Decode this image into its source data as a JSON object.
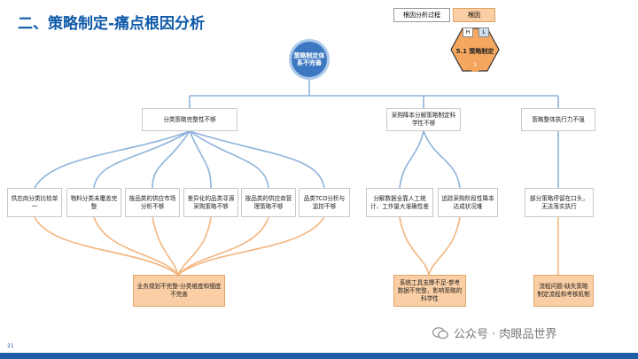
{
  "title": "二、策略制定-痛点根因分析",
  "legend": {
    "process_label": "根因分析过程",
    "root_label": "根因"
  },
  "hex_badge": {
    "h": "H",
    "l": "L",
    "label": "5.1 策略制定",
    "number": "3"
  },
  "root_node": "策略制定体系不完善",
  "level1": [
    "分类策略完整性不够",
    "采购降本分解策略制定科学性不够",
    "策略整体执行力不强"
  ],
  "level2": [
    "供应商分类比较单一",
    "物料分类未覆盖完整",
    "按品类的供应市场分析不够",
    "差异化的品类寻源采购策略不够",
    "按品类的供应商管理策略不够",
    "品类TCO分析与监控不够",
    "分解数据全靠人工统计、工作量大准确性差",
    "追踪采购阶段性降本达成状况难",
    "部分策略停留在口头，无法落实执行"
  ],
  "root_causes": [
    "业务规划不完整-分类维度和细度不完善",
    "系统工具支撑不足-参考数据不完整，影响策略的科学性",
    "流程问题-缺失策略制定流程和考核机制"
  ],
  "colors": {
    "title": "#0f5aa8",
    "blue_line": "#8fb3dc",
    "orange_line": "#f3b57e",
    "root_fill": "#fbcfa5",
    "circle": "#3d79c2"
  },
  "page_number": "21",
  "watermark": "公众号 · 肉眼品世界"
}
